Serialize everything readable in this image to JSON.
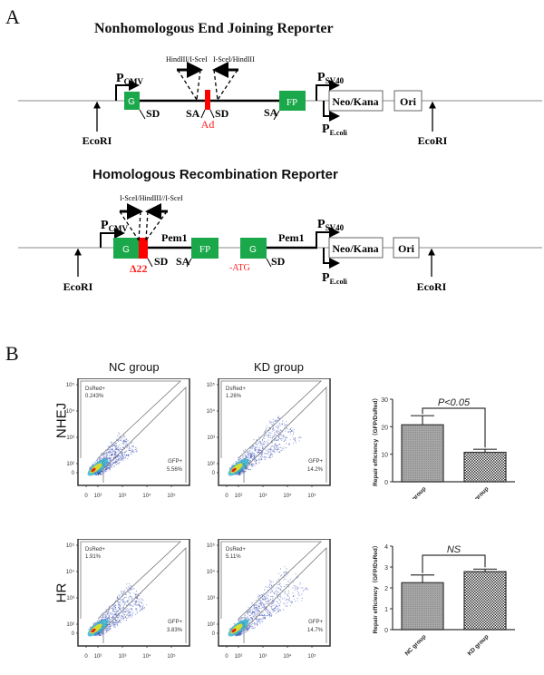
{
  "panel_a": {
    "letter": "A",
    "nhej": {
      "title": "Nonhomologous End Joining Reporter",
      "site_left": "HindIII/I-SceI",
      "site_right": "I-SceI/HindIII",
      "p_cmv": "P",
      "p_cmv_sub": "CMV",
      "g_label": "G",
      "fp_label": "FP",
      "sd1": "SD",
      "sa1": "SA",
      "sd2": "SD",
      "sa2": "SA",
      "ad_label": "Ad",
      "p_sv40": "P",
      "p_sv40_sub": "SV40",
      "neo_label": "Neo/Kana",
      "ori_label": "Ori",
      "p_ecoli": "P",
      "p_ecoli_sub": "E.coli",
      "ecori_left": "EcoRI",
      "ecori_right": "EcoRI"
    },
    "hr": {
      "title": "Homologous Recombination Reporter",
      "sites": "I-SceI/HindIII//I-SceI",
      "p_cmv": "P",
      "p_cmv_sub": "CMV",
      "g1_label": "G",
      "fp_label": "FP",
      "g2_label": "G",
      "pem1_a": "Pem1",
      "pem1_b": "Pem1",
      "sd1": "SD",
      "sa1": "SA",
      "sd2": "SD",
      "delta_label": "Δ22",
      "atg_label": "-ATG",
      "p_sv40": "P",
      "p_sv40_sub": "SV40",
      "neo_label": "Neo/Kana",
      "ori_label": "Ori",
      "p_ecoli": "P",
      "p_ecoli_sub": "E.coli",
      "ecori_left": "EcoRI",
      "ecori_right": "EcoRI"
    },
    "colors": {
      "gfp_box": "#1aa84a",
      "cut_site": "#ff0000",
      "red_text": "#ff2020"
    }
  },
  "panel_b": {
    "letter": "B",
    "col_titles": [
      "NC group",
      "KD group"
    ],
    "row_labels": [
      "NHEJ",
      "HR"
    ],
    "flow_axis_ticks": [
      "0",
      "10²",
      "10³",
      "10⁴",
      "10⁵"
    ],
    "flow_plots": [
      {
        "row": "NHEJ",
        "group": "NC group",
        "dsred_label": "DsRed+",
        "dsred_pct": "0.243%",
        "gfp_label": "GFP+",
        "gfp_pct": "5.56%"
      },
      {
        "row": "NHEJ",
        "group": "KD group",
        "dsred_label": "DsRed+",
        "dsred_pct": "1.26%",
        "gfp_label": "GFP+",
        "gfp_pct": "14.2%"
      },
      {
        "row": "HR",
        "group": "NC group",
        "dsred_label": "DsRed+",
        "dsred_pct": "1.91%",
        "gfp_label": "GFP+",
        "gfp_pct": "3.83%"
      },
      {
        "row": "HR",
        "group": "KD group",
        "dsred_label": "DsRed+",
        "dsred_pct": "5.11%",
        "gfp_label": "GFP+",
        "gfp_pct": "14.7%"
      }
    ]
  },
  "chart_data": [
    {
      "type": "bar",
      "title": "",
      "categories": [
        "NC group",
        "KD group"
      ],
      "values": [
        20.7,
        10.7
      ],
      "errors": [
        3.3,
        1.1
      ],
      "ylabel": "Repair efficiency（GFP/DsRed）",
      "xlabel": "",
      "ylim": [
        0,
        30
      ],
      "yticks": [
        0,
        10,
        20,
        30
      ],
      "annotation": "P<0.05",
      "grid": false,
      "legend": "none"
    },
    {
      "type": "bar",
      "title": "",
      "categories": [
        "NC group",
        "KD group"
      ],
      "values": [
        2.25,
        2.78
      ],
      "errors": [
        0.37,
        0.12
      ],
      "ylabel": "Repair efficiency（GFP/DsRed）",
      "xlabel": "",
      "ylim": [
        0,
        4
      ],
      "yticks": [
        0,
        1,
        2,
        3,
        4
      ],
      "annotation": "NS",
      "grid": false,
      "legend": "none"
    }
  ]
}
